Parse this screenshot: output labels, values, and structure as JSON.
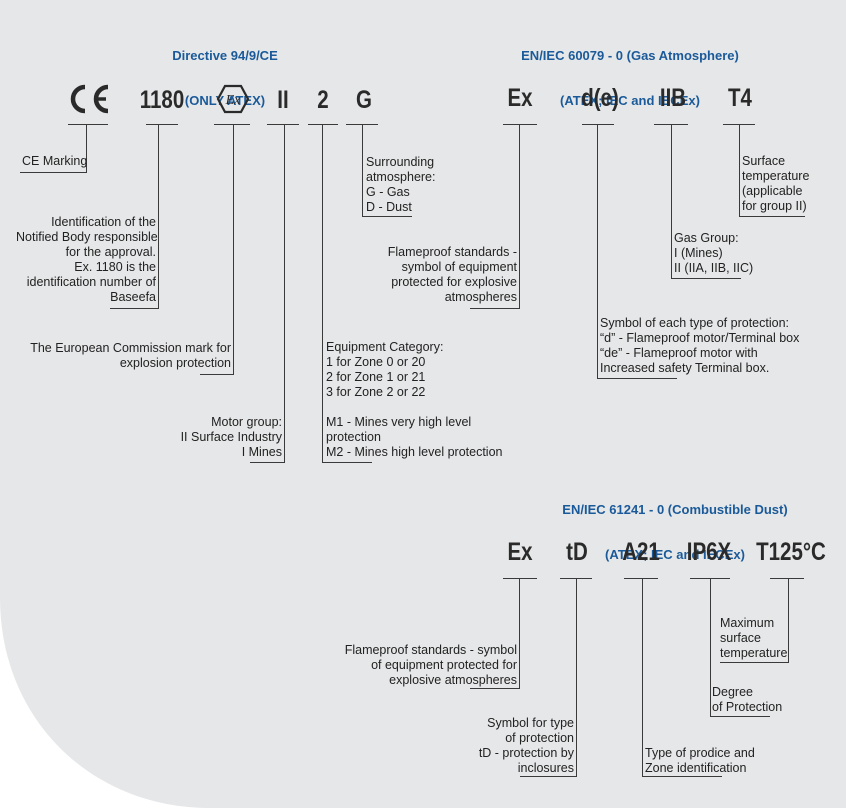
{
  "headers": {
    "atex": [
      "Directive 94/9/CE",
      "(ONLY ATEX)"
    ],
    "gas": [
      "EN/IEC 60079 - 0 (Gas Atmosphere)",
      "(ATEX; IEC and IECEx)"
    ],
    "dust": [
      "EN/IEC 61241 - 0 (Combustible Dust)",
      "(ATEX; IEC and IECEx)"
    ]
  },
  "codes": {
    "ce": "CE",
    "notified_body": "1180",
    "ex_mark": "Ex",
    "motor_group": "II",
    "category": "2",
    "atmosphere": "G",
    "gas_ex": "Ex",
    "gas_protection": "d(e)",
    "gas_group": "IIB",
    "gas_temp": "T4",
    "dust_ex": "Ex",
    "dust_protection": "tD",
    "dust_zone": "A21",
    "dust_ip": "IP6X",
    "dust_temp": "T125°C"
  },
  "labels": {
    "ce_marking": "CE Marking",
    "notified_body": "Identification of the\nNotified Body responsible\nfor the approval.\nEx. 1180 is the\nidentification number of\nBaseefa",
    "ec_mark": "The European Commission mark for\nexplosion protection",
    "motor_group": "Motor group:\nII Surface Industry\nI Mines",
    "category": "Equipment Category:\n1 for Zone 0 or 20\n2 for Zone 1 or 21\n3 for Zone 2 or 22\n\nM1 - Mines very high level\nprotection\nM2 - Mines high level protection",
    "atmosphere": "Surrounding\natmosphere:\nG - Gas\nD - Dust",
    "gas_flameproof": "Flameproof standards -\nsymbol of equipment\nprotected for explosive\natmospheres",
    "gas_protection": "Symbol of each type of protection:\n“d” - Flameproof motor/Terminal box\n“de” - Flameproof motor with\nIncreased safety Terminal box.",
    "gas_group": "Gas Group:\nI (Mines)\nII (IIA, IIB, IIC)",
    "surface_temp": "Surface\ntemperature\n(applicable\nfor group II)",
    "dust_flameproof": "Flameproof standards - symbol\nof equipment protected for\nexplosive atmospheres",
    "dust_protection": "Symbol for type\nof protection\ntD - protection by\ninclosures",
    "dust_zone": "Type of prodice and\nZone identification",
    "dust_ip": "Degree\nof Protection",
    "dust_temp": "Maximum\nsurface\ntemperature"
  },
  "colors": {
    "background": "#e6e7e8",
    "header": "#1a5a9a",
    "line": "#3a3a3a"
  }
}
